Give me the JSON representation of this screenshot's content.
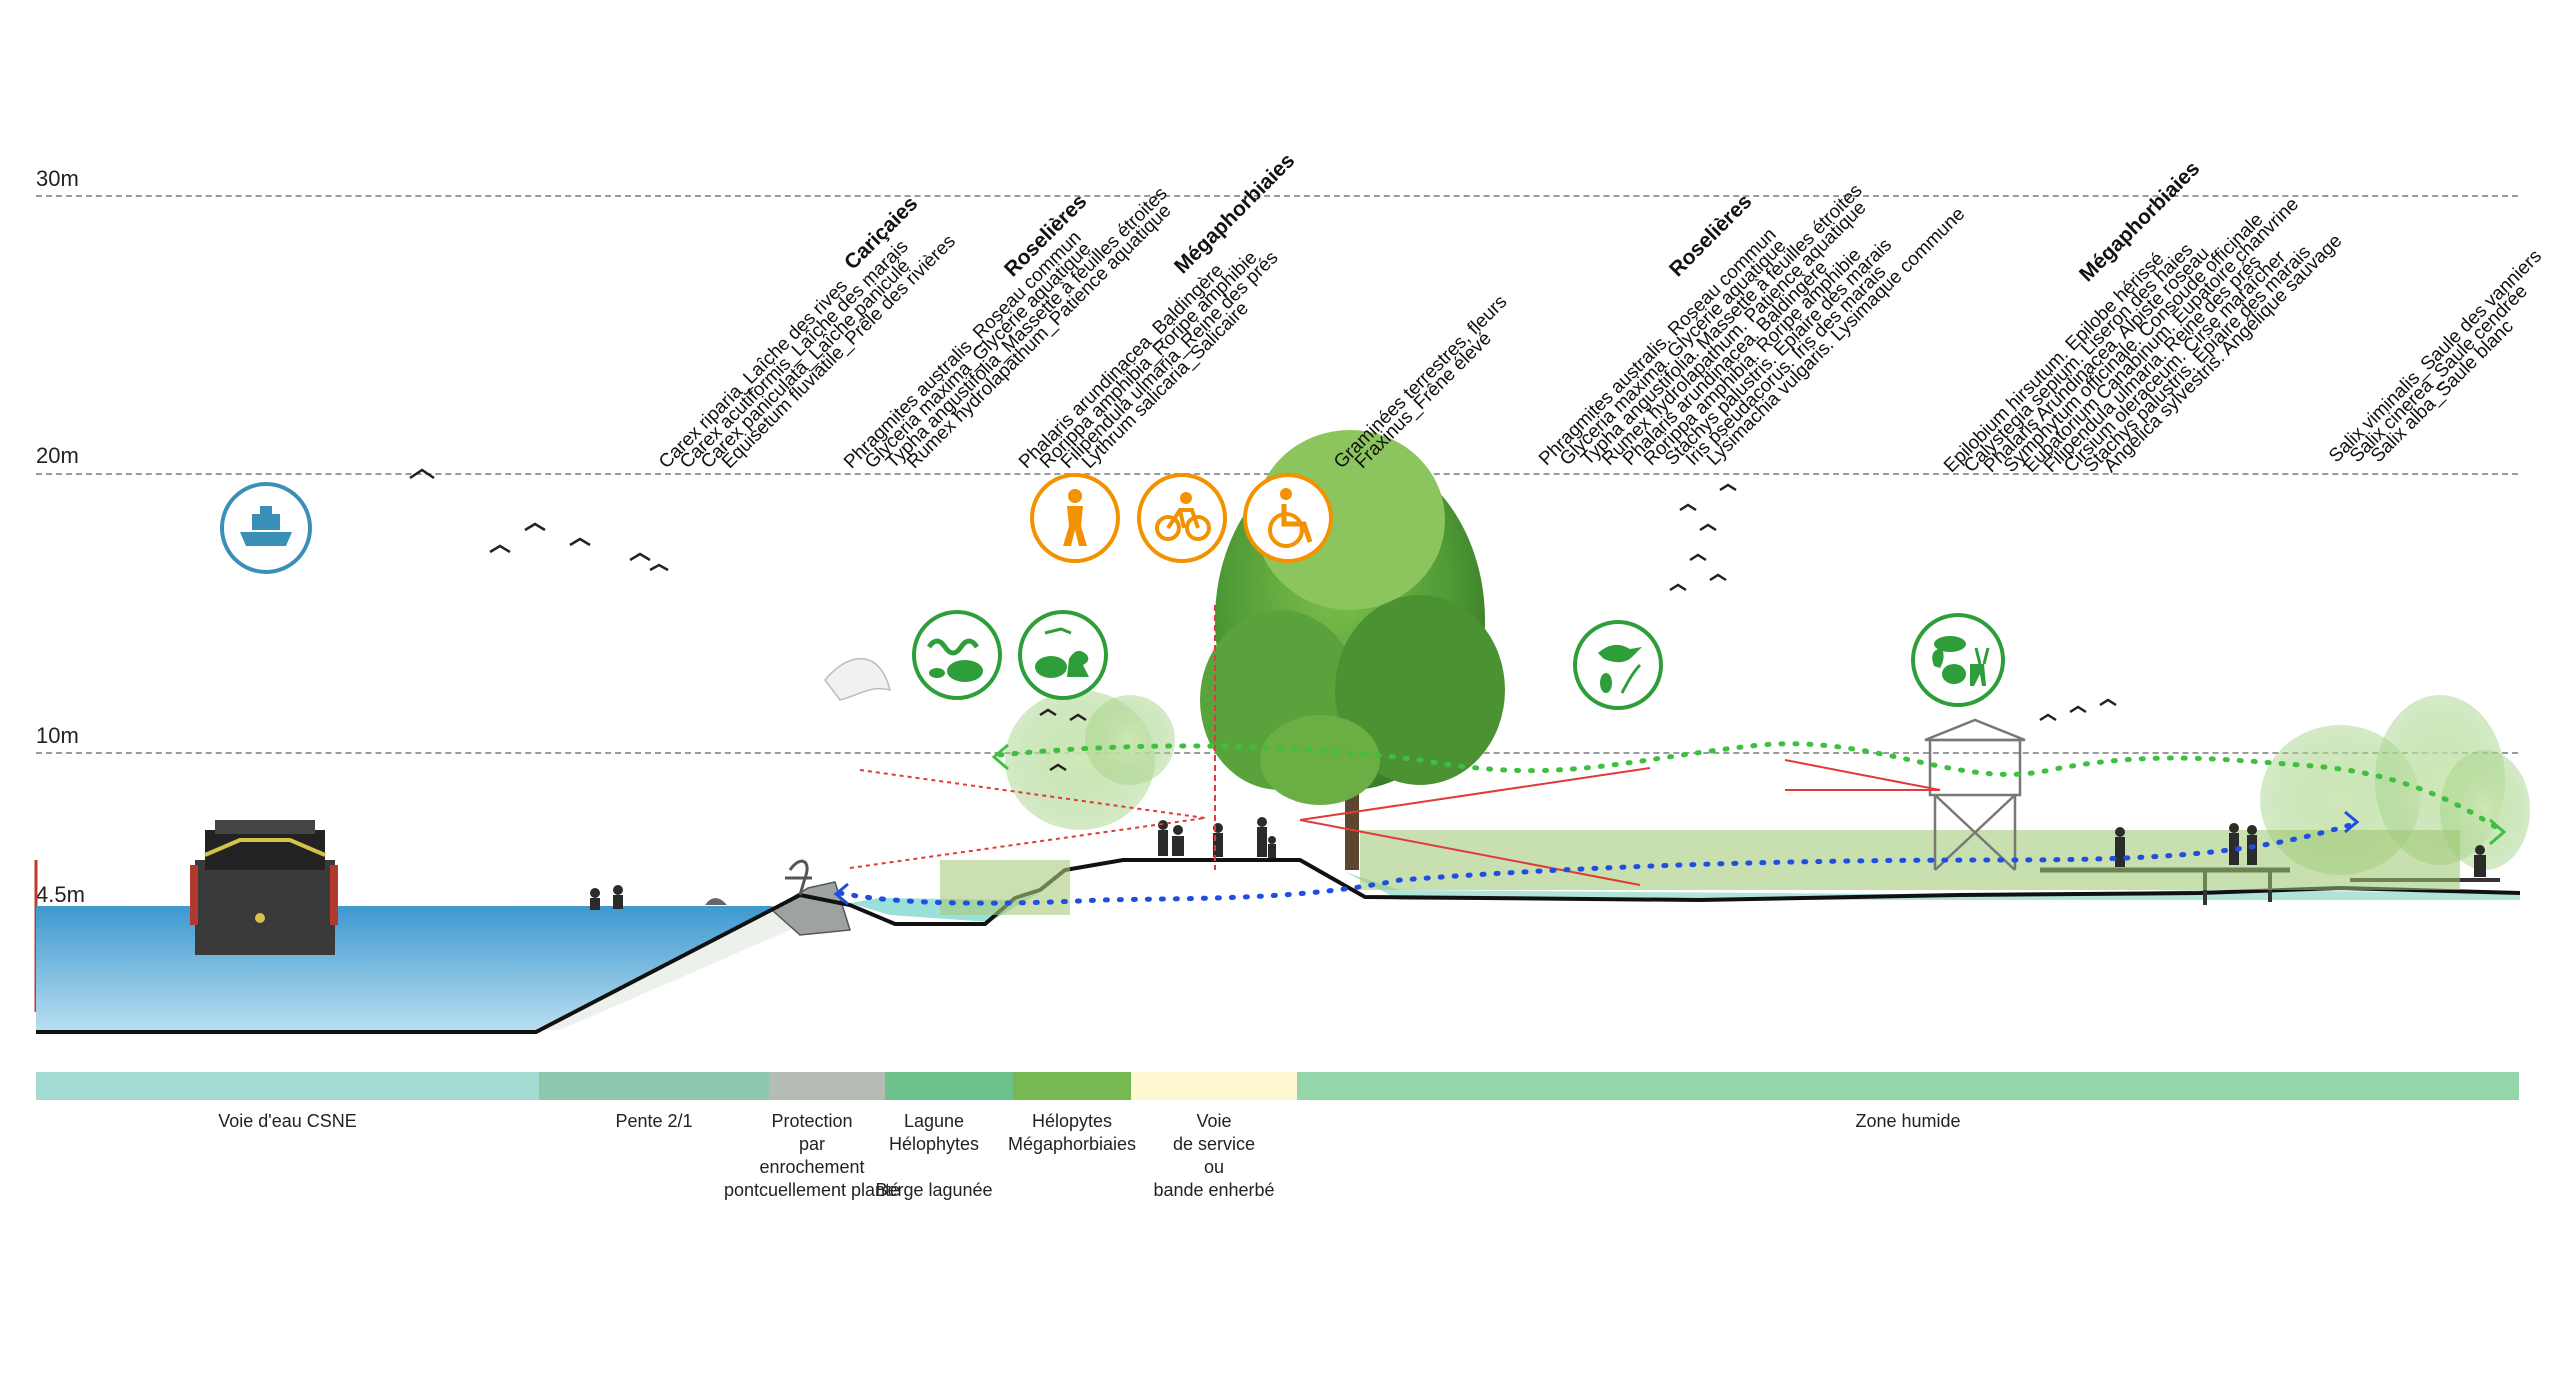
{
  "height_levels": [
    {
      "label": "30m",
      "m": 30
    },
    {
      "label": "20m",
      "m": 20
    },
    {
      "label": "10m",
      "m": 10
    },
    {
      "label": "4.5m",
      "m": 4.5
    }
  ],
  "plant_groups": [
    {
      "title": "Cariçaies",
      "species": [
        "Carex riparia_Laîche des rives",
        "Carex acutiformis_Laîche des marais",
        "Carex paniculata_Laîche paniculé",
        "Equisetum fluviatile_Prêle des rivières"
      ]
    },
    {
      "title": "Roselières",
      "species": [
        "Phragmites australis_Roseau commun",
        "Glyceria maxima_Glycérie aquatique",
        "Typha angustifolia_Massette à feuilles étroites",
        "Rumex hydrolapathum_Patience aquatique"
      ]
    },
    {
      "title": "Mégaphorbiaies",
      "species": [
        "Phalaris arundinacea_Baldingère",
        "Rorippa amphibia_Roripe amphibie",
        "Filipendula ulmaria_Reine des prés",
        "Lythrum salicaria_Salicaire"
      ]
    },
    {
      "title": "",
      "species": [
        "Graminées terrestres, fleurs",
        "Fraxinus_Frêne élevé"
      ]
    },
    {
      "title": "Roselières",
      "species": [
        "Phragmites australis. Roseau commun",
        "Glyceria maxima. Glycérie aquatique",
        "Typha angustifolia. Massette à feuilles étroites",
        "Rumex hydrolapathum. Patience aquatique",
        "Phalaris arundinacea. Baldingère",
        "Rorippa amphibia. Roripe amphibie",
        "Stachys palustris. Epiaire des marais",
        "Iris pseudacorus. Iris des marais",
        "Lysimachia vulgaris. Lysimaque commune"
      ]
    },
    {
      "title": "Mégaphorbiaies",
      "species": [
        "Epilobium hirsutum. Epilobe hérissé",
        "Calystegia sepium. Liseron des haies",
        "Phalaris Arundinacea. Alpiste roseau",
        "Symphytum officinale. Consoude officinale",
        "Eupatorium Canabinum. Eupatoire chanvrine",
        "Filipendula ulmaria. Reine des prés",
        "Cirsium oleraceum. Cirse maraîcher",
        "Stachys palustris. Epiaire des marais",
        "Angelica sylvestris. Angélique sauvage"
      ]
    },
    {
      "title": "",
      "species": [
        "Salix viminalis_Saule des vanniers",
        "Salix cinerea_Saule cendrée",
        "Salix alba_Saule blanc"
      ]
    }
  ],
  "segments": [
    {
      "label": "Voie d'eau CSNE",
      "color": "#a6dbd4"
    },
    {
      "label": "Pente 2/1",
      "color": "#8fc7b1"
    },
    {
      "label": "Protection\npar\nenrochement\npontcuellement planté",
      "color": "#b4bcb4"
    },
    {
      "label": "Lagune\nHélophytes\n\nBerge lagunée",
      "color": "#6cc28a"
    },
    {
      "label": "Hélopytes\nMégaphorbiaies",
      "color": "#76b852"
    },
    {
      "label": "Voie\nde service\nou\nbande enherbé",
      "color": "#fdf8d2"
    },
    {
      "label": "Zone humide",
      "color": "#95d6aa"
    }
  ],
  "icons": {
    "boat": {
      "name": "boat-icon",
      "color": "#3a8fb7"
    },
    "access": [
      {
        "name": "pedestrian-icon",
        "color": "#f39200"
      },
      {
        "name": "bicycle-icon",
        "color": "#f39200"
      },
      {
        "name": "wheelchair-icon",
        "color": "#f39200"
      }
    ],
    "fauna": [
      {
        "name": "reptile-beaver-icon",
        "color": "#2e9e3a"
      },
      {
        "name": "frog-duck-icon",
        "color": "#2e9e3a"
      },
      {
        "name": "bird-insect-icon",
        "color": "#2e9e3a"
      },
      {
        "name": "mammal-icon",
        "color": "#2e9e3a"
      }
    ]
  },
  "colors": {
    "water": "#5fb0d8",
    "ground": "#111111",
    "bird_path": "#3fbf3f",
    "fish_path": "#1f4fe0",
    "view_lines": "#e03a3a"
  }
}
